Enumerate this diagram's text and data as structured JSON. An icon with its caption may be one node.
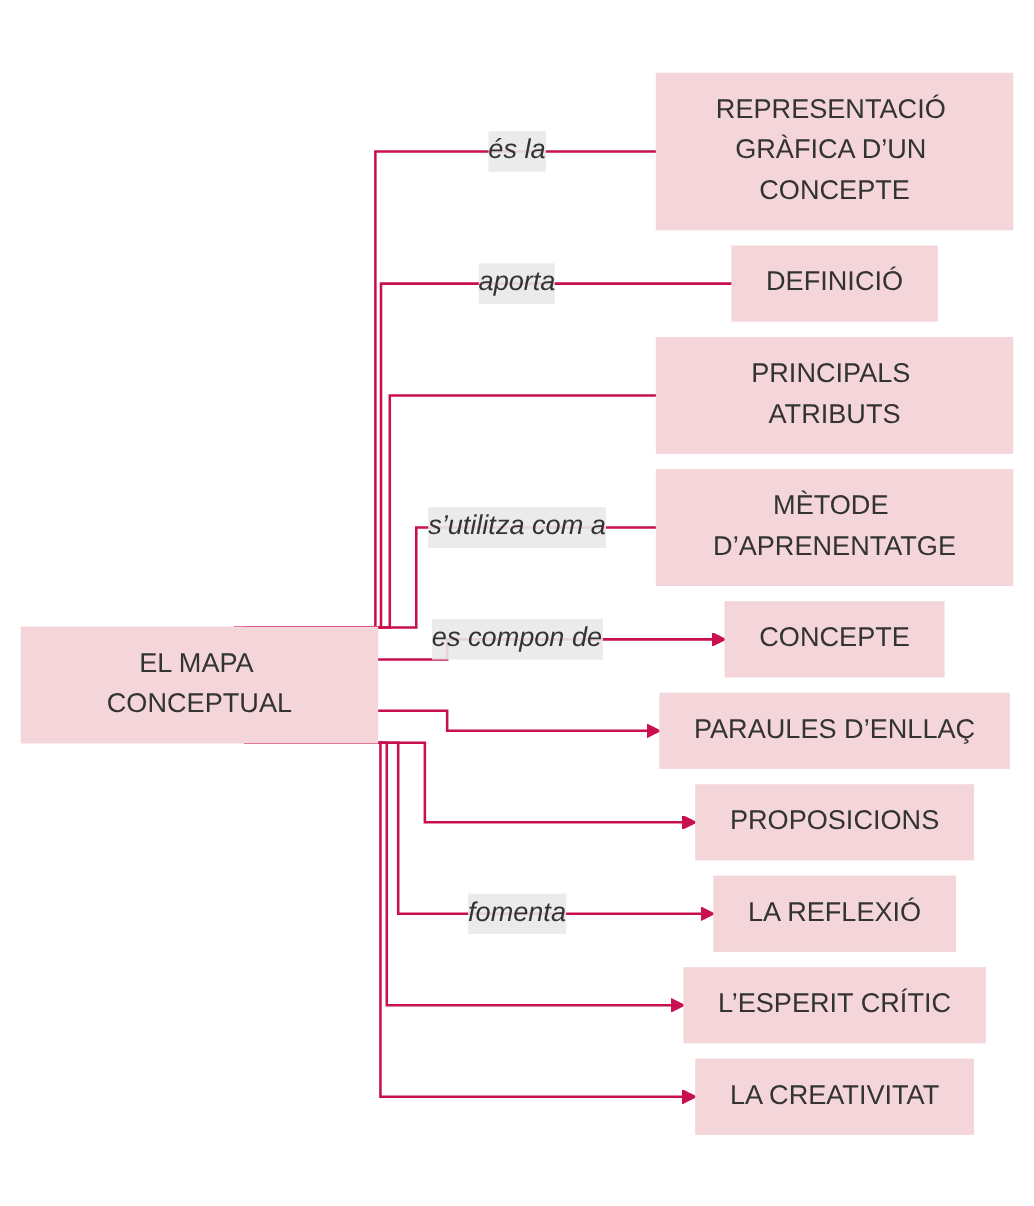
{
  "diagram": {
    "nodes": [
      {
        "text": [
          "EL MAPA CONCEPTUAL"
        ]
      },
      {
        "text": [
          "REPRESENTACIÓ GRÀFICA D’UN CONCEPTE"
        ]
      },
      {
        "text": [
          "DEFINICIÓ"
        ]
      },
      {
        "text": [
          "PRINCIPALS ATRIBUTS"
        ]
      },
      {
        "text": [
          "MÈTODE D’APRENENTATGE"
        ]
      },
      {
        "text": [
          "CONCEPTE"
        ]
      },
      {
        "text": [
          "PARAULES D’ENLLAÇ"
        ]
      },
      {
        "text": [
          "PROPOSICIONS"
        ]
      },
      {
        "text": [
          "LA REFLEXIÓ"
        ]
      },
      {
        "text": [
          "L’ESPERIT CRÍTIC"
        ]
      },
      {
        "text": [
          "LA CREATIVITAT"
        ]
      }
    ],
    "edges": [
      {
        "from": 0,
        "to": 1,
        "arrow": "none",
        "label": "és la"
      },
      {
        "from": 0,
        "to": 2,
        "arrow": "none",
        "label": "aporta"
      },
      {
        "from": 0,
        "to": 3,
        "arrow": "none"
      },
      {
        "from": 0,
        "to": 4,
        "arrow": "none",
        "label": "s’utilitza com a"
      },
      {
        "from": 0,
        "to": 5,
        "arrow": "to",
        "label": "es compon de"
      },
      {
        "from": 0,
        "to": 6,
        "arrow": "to"
      },
      {
        "from": 0,
        "to": 7,
        "arrow": "to"
      },
      {
        "from": 0,
        "to": 8,
        "arrow": "to",
        "label": "fomenta"
      },
      {
        "from": 0,
        "to": 9,
        "arrow": "to"
      },
      {
        "from": 0,
        "to": 10,
        "arrow": "to"
      }
    ]
  }
}
